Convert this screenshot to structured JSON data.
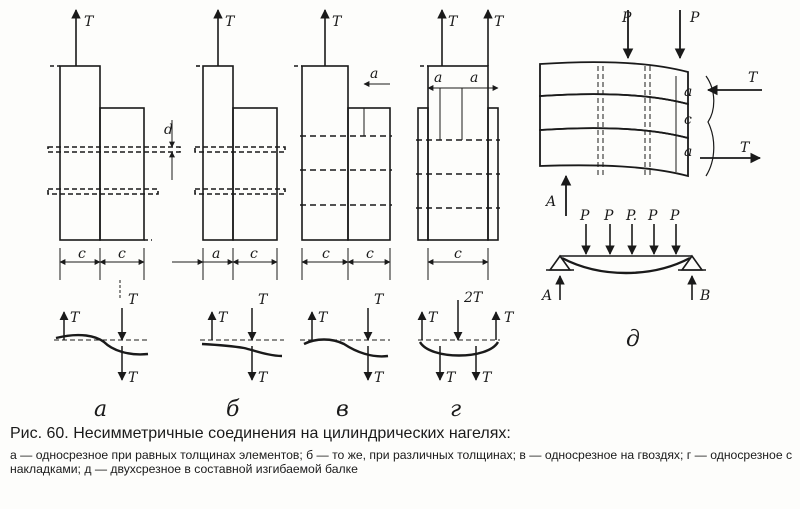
{
  "panels": [
    "а",
    "б",
    "в",
    "г",
    "д"
  ],
  "caption": {
    "title": "Рис. 60. Несимметричные соединения на цилиндрических нагелях:",
    "description": "а — односрезное при равных толщинах элементов; б — то же, при различных толщинах; в — односрезное на гвоздях; г — односрезное с накладками; д — двухсрезное в составной изгибаемой балке"
  }
}
